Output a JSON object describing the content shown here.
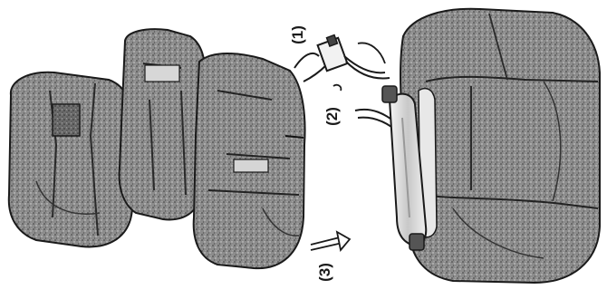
{
  "figure": {
    "callouts": [
      {
        "id": "1",
        "text": "(1)"
      },
      {
        "id": "2",
        "text": "(2)"
      },
      {
        "id": "3",
        "text": "(3)"
      }
    ],
    "icons": {
      "left_rock": "stacked-rock-icon",
      "right_rock": "opened-rock-icon",
      "switch": "toggle-switch-icon",
      "light_tube": "light-tube-icon",
      "arrow": "double-arrow-icon"
    },
    "colors": {
      "ink": "#1a1a1a",
      "rock_dark": "#5a5a5a",
      "rock_mid": "#8c8c8c",
      "rock_light": "#c9c9c9",
      "background": "#ffffff"
    }
  }
}
